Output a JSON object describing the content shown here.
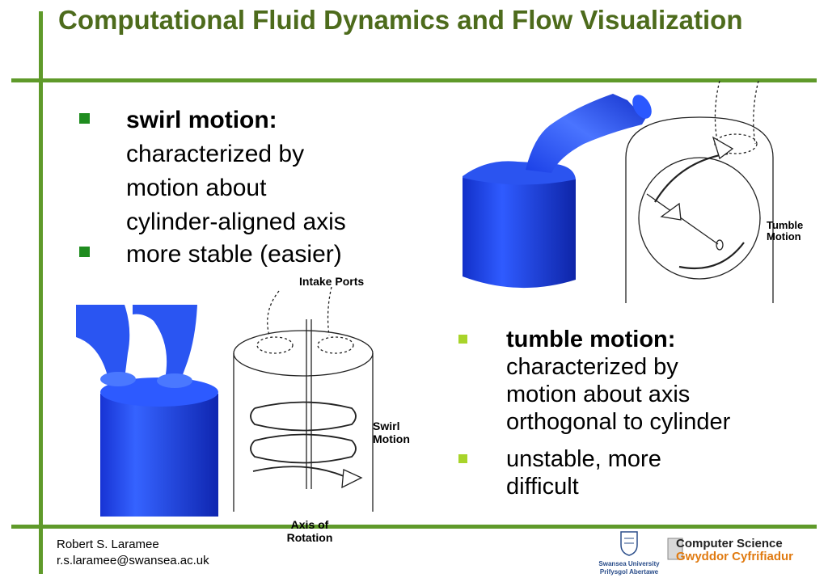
{
  "title": "Computational Fluid Dynamics and Flow Visualization",
  "swirl": {
    "heading": "swirl motion:",
    "desc_lines": [
      "characterized by",
      "motion about",
      "cylinder-aligned axis"
    ],
    "second": "more stable (easier)"
  },
  "tumble": {
    "heading": "tumble motion:",
    "desc_lines": [
      "characterized by",
      "motion about axis",
      "orthogonal to cylinder"
    ],
    "second_lines": [
      "unstable, more",
      "difficult"
    ]
  },
  "labels": {
    "intake_ports": "Intake Ports",
    "swirl_motion": [
      "Swirl",
      "Motion"
    ],
    "axis_rotation": [
      "Axis of",
      "Rotation"
    ],
    "tumble_motion": [
      "Tumble",
      "Motion"
    ]
  },
  "footer": {
    "author": "Robert S. Laramee",
    "email": "r.s.laramee@swansea.ac.uk"
  },
  "logos": {
    "swansea": [
      "Swansea University",
      "Prifysgol Abertawe"
    ],
    "cs": [
      "Computer Science",
      "Gwyddor Cyfrifiadur"
    ]
  },
  "colors": {
    "accent_green": "#5f9a2a",
    "title_green": "#4d6b1c",
    "bullet_dark": "#1f8c1f",
    "bullet_light": "#a8d42a",
    "cfd_blue": "#1f43e0"
  }
}
